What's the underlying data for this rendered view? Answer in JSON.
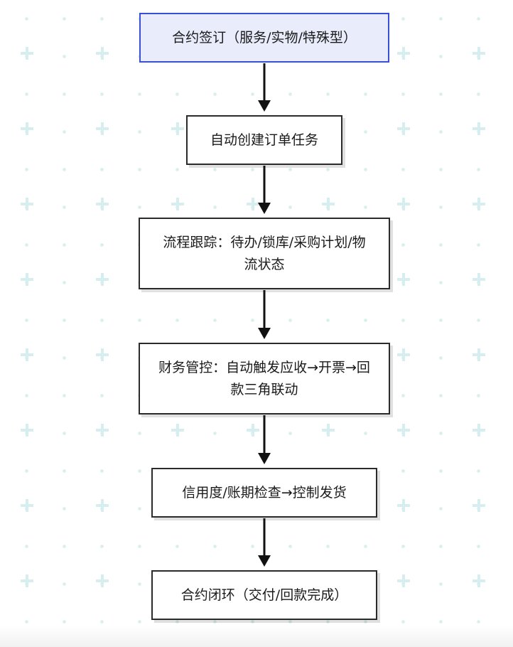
{
  "flow": {
    "nodes": [
      {
        "id": "contract-sign",
        "label": "合约签订（服务/实物/特殊型）"
      },
      {
        "id": "auto-create",
        "label": "自动创建订单任务"
      },
      {
        "id": "process-track",
        "label": "流程跟踪：待办/锁库/采购计划/物流状态"
      },
      {
        "id": "finance-control",
        "label": "财务管控：自动触发应收→开票→回款三角联动"
      },
      {
        "id": "credit-check",
        "label": "信用度/账期检查→控制发货"
      },
      {
        "id": "contract-close",
        "label": "合约闭环（交付/回款完成）"
      }
    ]
  },
  "colors": {
    "start_fill": "#e8ecfb",
    "start_border": "#3a4fd8",
    "node_border": "#2b2b2b",
    "arrow": "#111111",
    "grid_accent": "#d6eef0"
  }
}
